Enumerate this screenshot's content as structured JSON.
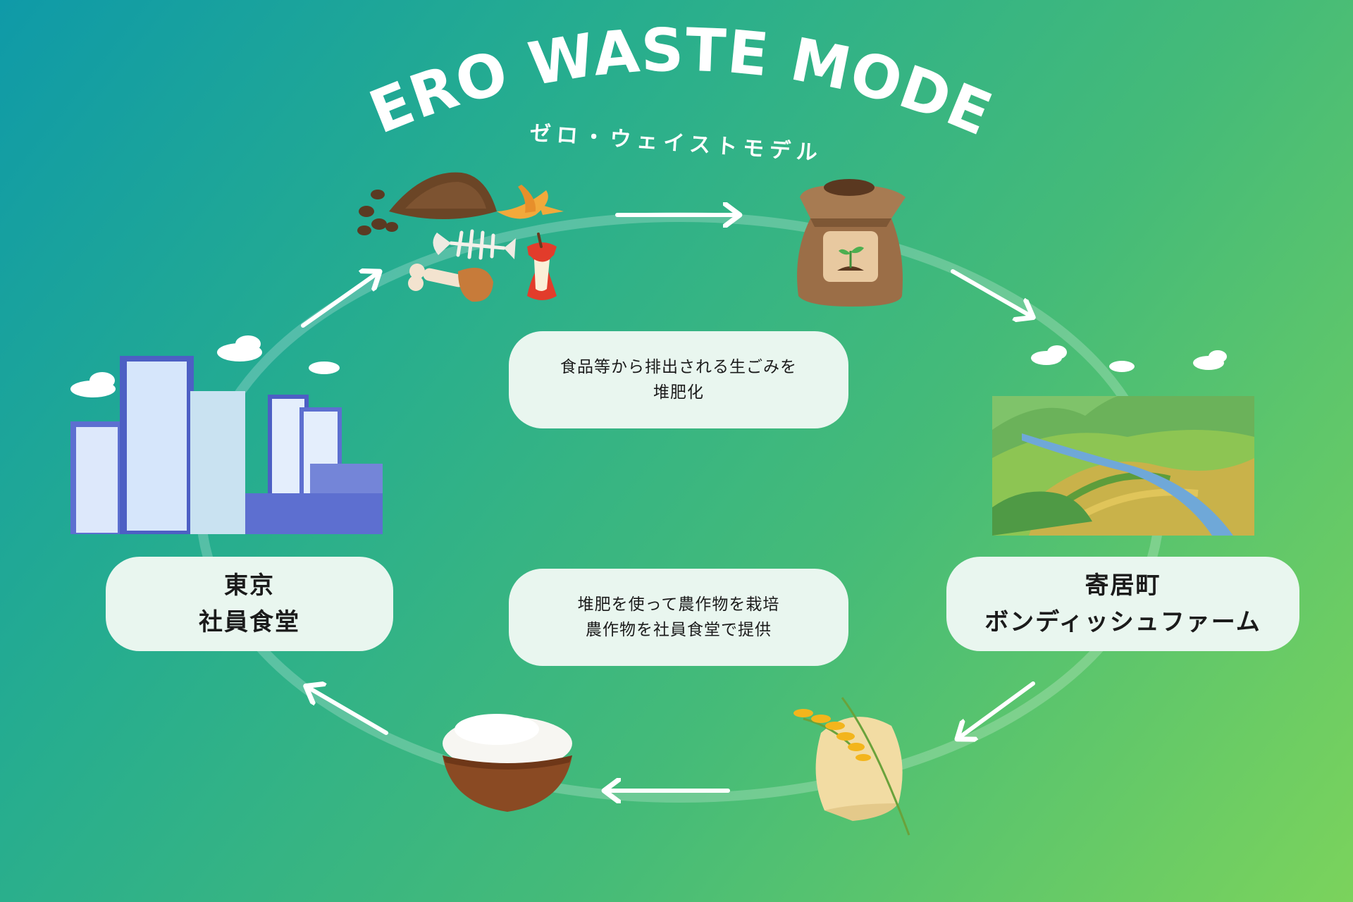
{
  "title": "ZERO WASTE MODEL",
  "subtitle": "ゼロ・ウェイストモデル",
  "nodes": {
    "tokyo": {
      "line1": "東京",
      "line2": "社員食堂"
    },
    "farm": {
      "line1": "寄居町",
      "line2": "ボンディッシュファーム"
    }
  },
  "notes": {
    "compost": {
      "line1": "食品等から排出される生ごみを",
      "line2": "堆肥化"
    },
    "farming": {
      "line1": "堆肥を使って農作物を栽培",
      "line2": "農作物を社員食堂で提供"
    }
  },
  "icons": {
    "food_waste": "food-waste-icon",
    "compost_bag": "compost-bag-icon",
    "farm_landscape": "farm-landscape-icon",
    "rice_sack": "rice-sack-icon",
    "rice_bowl": "rice-bowl-icon",
    "office_buildings": "office-buildings-icon"
  },
  "colors": {
    "bg_start": "#0f9aa8",
    "bg_end": "#7bd35c",
    "box": "#e9f6ef",
    "arrow": "#ffffff"
  }
}
